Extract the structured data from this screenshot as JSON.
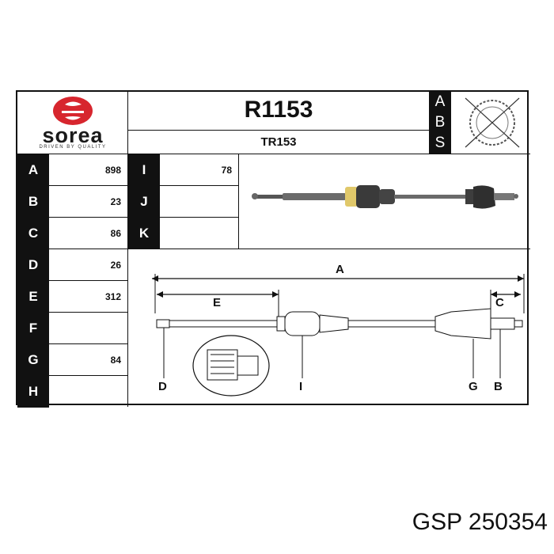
{
  "brand": {
    "name": "sorea",
    "tagline": "DRIVEN BY QUALITY",
    "color": "#d7262e"
  },
  "product": {
    "code": "R1153",
    "sub_code": "TR153"
  },
  "abs_letters": [
    "A",
    "B",
    "S"
  ],
  "dimensions_left": [
    {
      "label": "A",
      "value": "898"
    },
    {
      "label": "B",
      "value": "23"
    },
    {
      "label": "C",
      "value": "86"
    },
    {
      "label": "D",
      "value": "26"
    },
    {
      "label": "E",
      "value": "312"
    },
    {
      "label": "F",
      "value": ""
    },
    {
      "label": "G",
      "value": "84"
    },
    {
      "label": "H",
      "value": ""
    }
  ],
  "dimensions_right": [
    {
      "label": "I",
      "value": "78"
    },
    {
      "label": "J",
      "value": ""
    },
    {
      "label": "K",
      "value": ""
    }
  ],
  "drawing_labels": {
    "a": "A",
    "b": "B",
    "c": "C",
    "d": "D",
    "e": "E",
    "g": "G",
    "i": "I"
  },
  "icons": {
    "abs": "abs-crossed-ring-icon",
    "shaft": "drive-shaft-photo",
    "spline": "spline-detail-icon"
  },
  "footer": {
    "part_number": "GSP 250354"
  }
}
